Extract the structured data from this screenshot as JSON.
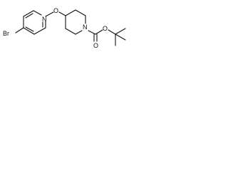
{
  "molecule": {
    "atoms": {
      "bromine": "Br",
      "pyridine_nitrogen": "N",
      "ether_oxygen": "O",
      "piperidine_nitrogen": "N",
      "ester_oxygen": "O",
      "carbonyl_oxygen": "O"
    },
    "colors": {
      "ink": "#111111",
      "background": "#ffffff"
    }
  }
}
